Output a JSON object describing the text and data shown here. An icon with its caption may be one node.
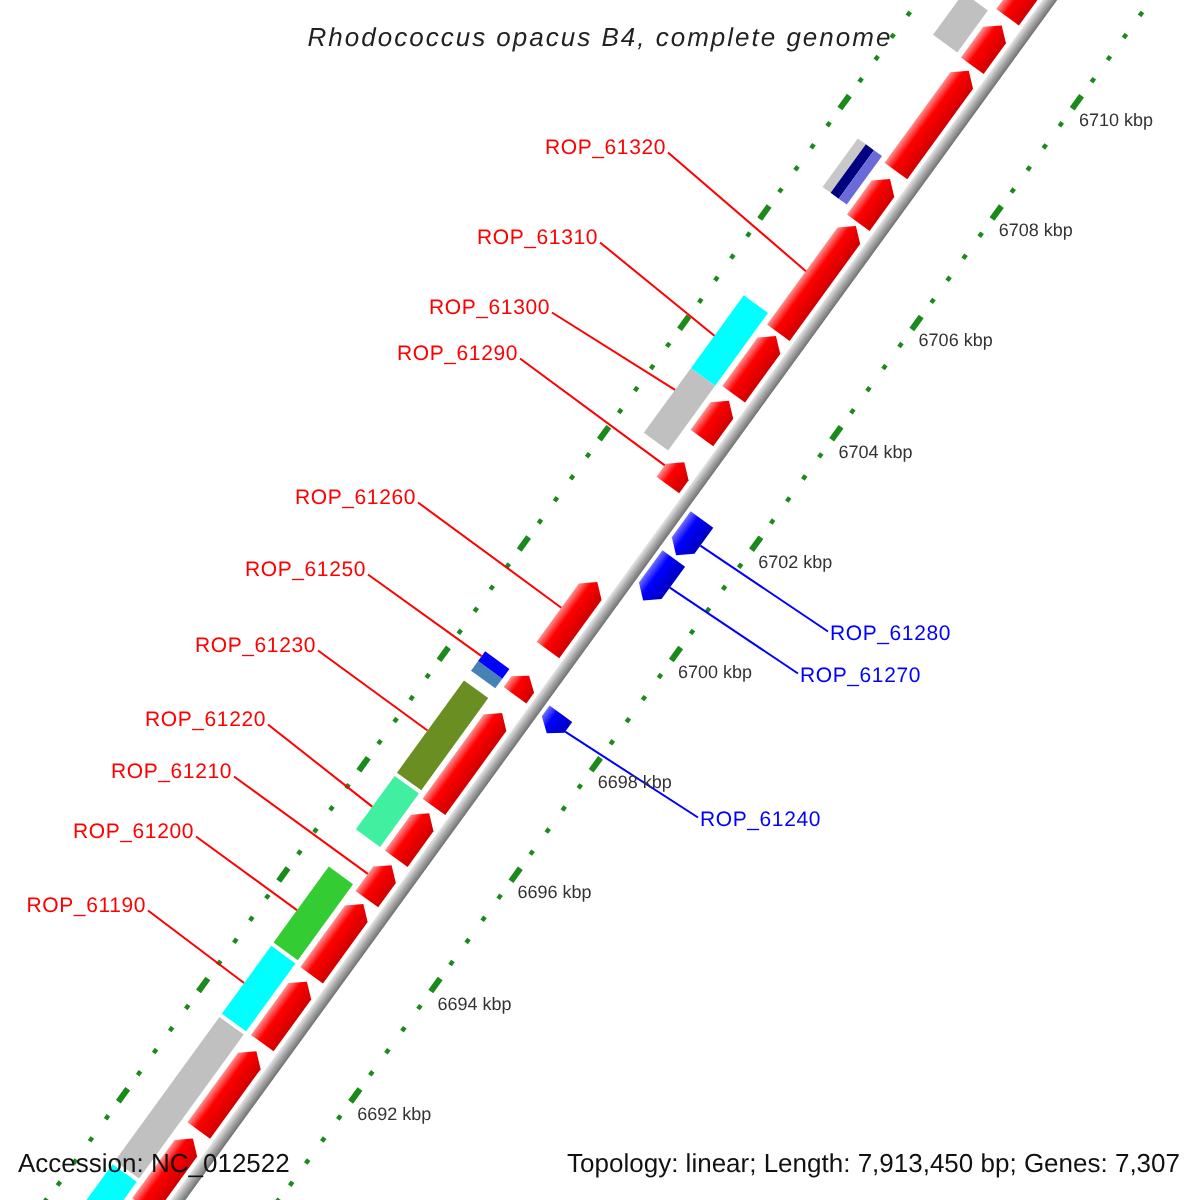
{
  "diagram": {
    "title": "Rhodococcus opacus B4, complete genome",
    "nodes": [
      {
        "text": [
          "ROP_61320"
        ]
      },
      {
        "text": [
          "ROP_61310"
        ]
      },
      {
        "text": [
          "ROP_61300"
        ]
      },
      {
        "text": [
          "ROP_61290"
        ]
      },
      {
        "text": [
          "ROP_61260"
        ]
      },
      {
        "text": [
          "ROP_61250"
        ]
      },
      {
        "text": [
          "ROP_61280"
        ]
      },
      {
        "text": [
          "ROP_61230"
        ]
      },
      {
        "text": [
          "ROP_61270"
        ]
      },
      {
        "text": [
          "ROP_61220"
        ]
      },
      {
        "text": [
          "ROP_61210"
        ]
      },
      {
        "text": [
          "ROP_61240"
        ]
      },
      {
        "text": [
          "ROP_61200"
        ]
      },
      {
        "text": [
          "ROP_61190"
        ]
      },
      {
        "text": [],
        "shape": "arrow"
      },
      {
        "text": [],
        "shape": "arrow"
      },
      {
        "text": [],
        "shape": "arrow"
      },
      {
        "text": [],
        "shape": "arrow"
      },
      {
        "text": [],
        "shape": "arrow"
      },
      {
        "text": [],
        "shape": "arrow"
      },
      {
        "text": [],
        "shape": "arrow"
      },
      {
        "text": [],
        "shape": "arrow"
      },
      {
        "text": [],
        "shape": "arrow"
      },
      {
        "text": [],
        "shape": "arrow"
      },
      {
        "text": [],
        "shape": "arrow"
      },
      {
        "text": [],
        "shape": "arrow"
      },
      {
        "text": [],
        "shape": "arrow"
      },
      {
        "text": [],
        "shape": "arrow"
      },
      {
        "text": [],
        "shape": "arrow"
      },
      {
        "text": [],
        "shape": "bar"
      },
      {
        "text": [],
        "shape": "arrow"
      },
      {
        "text": [],
        "shape": "arrow"
      },
      {
        "text": [],
        "shape": "bar"
      },
      {
        "text": [],
        "shape": "arrow"
      },
      {
        "text": [],
        "shape": "bar"
      },
      {
        "text": [],
        "shape": "arrow"
      },
      {
        "text": [],
        "shape": "arrow"
      },
      {
        "text": [],
        "shape": "bar"
      }
    ],
    "edges": [
      {
        "from": 0,
        "to": 14,
        "arrow": "none"
      },
      {
        "from": 1,
        "to": 15,
        "arrow": "none"
      },
      {
        "from": 2,
        "to": 16,
        "arrow": "none"
      },
      {
        "from": 3,
        "to": 17,
        "arrow": "none"
      },
      {
        "from": 4,
        "to": 18,
        "arrow": "none"
      },
      {
        "from": 5,
        "to": 19,
        "arrow": "none"
      },
      {
        "from": 6,
        "to": 20,
        "arrow": "none",
        "color": "#0000ff"
      },
      {
        "from": 7,
        "to": 21,
        "arrow": "none"
      },
      {
        "from": 8,
        "to": 22,
        "arrow": "none",
        "color": "#0000ff"
      },
      {
        "from": 9,
        "to": 23,
        "arrow": "none"
      },
      {
        "from": 10,
        "to": 24,
        "arrow": "none"
      },
      {
        "from": 11,
        "to": 25,
        "arrow": "none",
        "color": "#0000ff"
      },
      {
        "from": 12,
        "to": 26,
        "arrow": "none"
      },
      {
        "from": 13,
        "to": 27,
        "arrow": "none"
      }
    ],
    "labels": [
      "6710 kbp",
      "6708 kbp",
      "6706 kbp",
      "6704 kbp",
      "6702 kbp",
      "6700 kbp",
      "6698 kbp",
      "6696 kbp",
      "6694 kbp",
      "6692 kbp",
      "Accession: NC_012522",
      "Topology: linear; Length: 7,913,450 bp; Genes: 7,307"
    ]
  }
}
